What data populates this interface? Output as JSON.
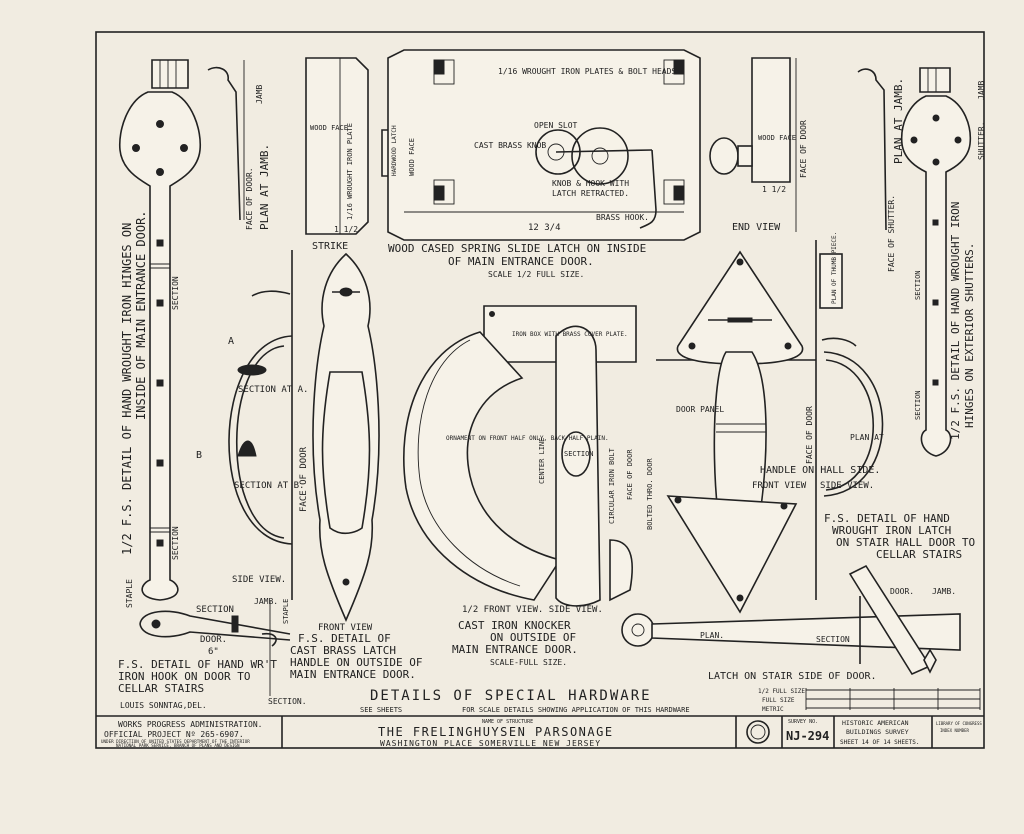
{
  "sheet": {
    "main_title": "DETAILS OF SPECIAL HARDWARE",
    "title_note_left": "SEE SHEETS",
    "title_note_right": "FOR SCALE DETAILS SHOWING APPLICATION OF THIS HARDWARE",
    "paper_color": "#f1ece1",
    "ink_color": "#222222"
  },
  "title_block": {
    "agency_line1": "WORKS PROGRESS ADMINISTRATION.",
    "agency_line2": "OFFICIAL PROJECT Nº 265-6907.",
    "agency_line3": "UNDER DIRECTION OF UNITED STATES DEPARTMENT OF THE INTERIOR",
    "agency_line4": "NATIONAL PARK SERVICE, BRANCH OF PLANS AND DESIGN",
    "name_label": "NAME OF STRUCTURE",
    "structure_name": "THE FRELINGHUYSEN PARSONAGE",
    "location": "WASHINGTON PLACE SOMERVILLE NEW JERSEY",
    "survey_label": "SURVEY NO.",
    "survey_no": "NJ-294",
    "survey_org_line1": "HISTORIC AMERICAN",
    "survey_org_line2": "BUILDINGS SURVEY",
    "sheet_text": "SHEET 14 OF 14 SHEETS.",
    "library_line1": "LIBRARY OF CONGRESS",
    "library_line2": "INDEX NUMBER"
  },
  "drafter": "LOUIS SONNTAG,DEL.",
  "scale_bar": {
    "half": "1/2 FULL SIZE",
    "full": "FULL SIZE",
    "metric": "METRIC"
  },
  "hinge_left": {
    "caption1": "1/2 F.S. DETAIL OF HAND WROUGHT IRON HINGES ON",
    "caption2": "INSIDE OF MAIN ENTRANCE DOOR.",
    "plan": "PLAN AT JAMB.",
    "face": "FACE OF DOOR.",
    "jamb": "JAMB",
    "section": "SECTION",
    "section2": "SECTION"
  },
  "hinge_right": {
    "caption1": "1/2 F.S. DETAIL OF HAND WROUGHT IRON",
    "caption2": "HINGES ON EXTERIOR SHUTTERS.",
    "plan": "PLAN AT JAMB.",
    "face": "FACE OF SHUTTER.",
    "shutter": "SHUTTER.",
    "jamb": "JAMB",
    "section": "SECTION",
    "section2": "SECTION"
  },
  "latch_box": {
    "plates": "1/16 WROUGHT IRON PLATES & BOLT HEADS",
    "open_slot": "OPEN SLOT",
    "knob": "CAST BRASS KNOB",
    "knob_hook": "KNOB & HOOK WITH",
    "retracted": "LATCH RETRACTED.",
    "brass_hook": "BRASS HOOK.",
    "dim": "12 3/4",
    "dim_small": "1 1/2",
    "wood_face": "WOOD FACE",
    "iron_plate": "1/16 WROUGHT IRON PLATE",
    "hardwood": "HARDWOOD LATCH",
    "wood_face2": "WOOD FACE",
    "wood_face3": "WOOD FACE",
    "face_of_door": "FACE OF DOOR",
    "end_view": "END VIEW",
    "dim_right": "1 1/2",
    "caption1": "WOOD CASED SPRING SLIDE LATCH ON INSIDE",
    "caption2": "OF MAIN ENTRANCE DOOR.",
    "scale": "SCALE 1/2 FULL SIZE."
  },
  "brass_handle": {
    "strike": "STRIKE",
    "a": "A",
    "b": "B",
    "section_a": "SECTION AT A.",
    "section_b": "SECTION AT B.",
    "face": "FACE OF DOOR",
    "side": "SIDE VIEW.",
    "front": "FRONT VIEW",
    "caption1": "F.S. DETAIL OF",
    "caption2": "CAST BRASS LATCH",
    "caption3": "HANDLE ON OUTSIDE OF",
    "caption4": "MAIN ENTRANCE DOOR."
  },
  "knocker": {
    "iron_box": "IRON BOX WITH BRASS COVER PLATE.",
    "ornament": "ORNAMENT ON FRONT HALF ONLY, BACK HALF PLAIN.",
    "center": "CENTER LINE",
    "section": "SECTION",
    "circular": "CIRCULAR IRON BOLT",
    "face": "FACE OF DOOR",
    "bolted": "BOLTED THRO. DOOR",
    "views": "1/2 FRONT VIEW.  SIDE VIEW.",
    "caption1": "CAST IRON KNOCKER",
    "caption2": "ON OUTSIDE OF",
    "caption3": "MAIN ENTRANCE DOOR.",
    "scale": "SCALE-FULL SIZE."
  },
  "iron_latch": {
    "panel": "DOOR PANEL",
    "thumb": "PLAN OF THUMB PIECE.",
    "face": "FACE OF DOOR",
    "plan_at": "PLAN AT",
    "handle": "HANDLE ON HALL SIDE.",
    "front": "FRONT VIEW",
    "side": "SIDE VIEW.",
    "caption1": "F.S. DETAIL OF HAND",
    "caption2": "WROUGHT IRON LATCH",
    "caption3": "ON STAIR HALL DOOR TO",
    "caption4": "CELLAR STAIRS"
  },
  "stair_latch": {
    "door": "DOOR.",
    "jamb": "JAMB.",
    "plan": "PLAN.",
    "section": "SECTION",
    "caption": "LATCH ON STAIR SIDE OF DOOR."
  },
  "hook": {
    "staple": "STAPLE",
    "section": "SECTION",
    "jamb": "JAMB.",
    "staple2": "STAPLE",
    "door": "DOOR.",
    "dim": "6\"",
    "section2": "SECTION.",
    "caption1": "F.S. DETAIL OF HAND WR'T",
    "caption2": "IRON HOOK ON DOOR TO",
    "caption3": "CELLAR STAIRS"
  }
}
